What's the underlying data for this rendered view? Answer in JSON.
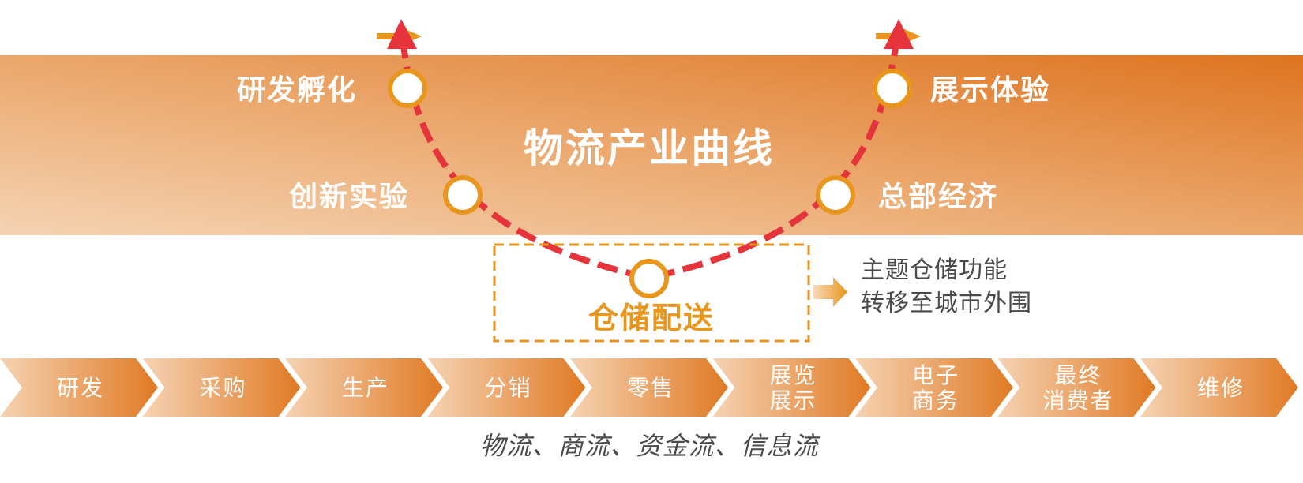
{
  "title": "物流产业曲线",
  "curve_nodes": {
    "top_left": "研发孵化",
    "mid_left": "创新实验",
    "bottom": "仓储配送",
    "mid_right": "总部经济",
    "top_right": "展示体验"
  },
  "note": {
    "line1": "主题仓储功能",
    "line2": "转移至城市外围"
  },
  "chain": [
    {
      "lines": [
        "研发"
      ]
    },
    {
      "lines": [
        "采购"
      ]
    },
    {
      "lines": [
        "生产"
      ]
    },
    {
      "lines": [
        "分销"
      ]
    },
    {
      "lines": [
        "零售"
      ]
    },
    {
      "lines": [
        "展览",
        "展示"
      ]
    },
    {
      "lines": [
        "电子",
        "商务"
      ]
    },
    {
      "lines": [
        "最终",
        "消费者"
      ]
    },
    {
      "lines": [
        "维修"
      ]
    }
  ],
  "footer": "物流、商流、资金流、信息流",
  "colors": {
    "band_start": "#f5d3b3",
    "band_end": "#de7420",
    "curve": "#e5343b",
    "node_ring": "#e8961e",
    "storage_text": "#e8961e"
  }
}
